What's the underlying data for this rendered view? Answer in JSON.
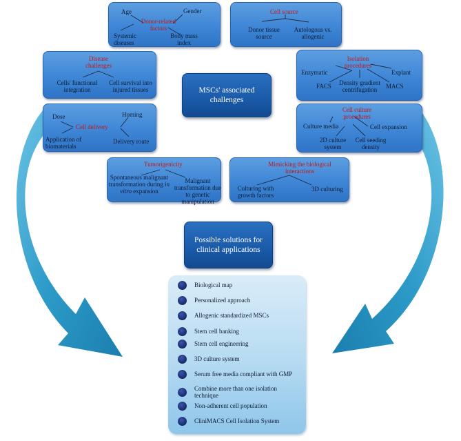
{
  "diagram": {
    "center_label": "MSCs' associated challenges",
    "solutions_label": "Possible solutions for clinical applications",
    "challenges": {
      "donor": {
        "title": "Donor-related factors",
        "items": [
          "Age",
          "Gender",
          "Systemic diseases",
          "Body mass index"
        ]
      },
      "cell_source": {
        "title": "Cell source",
        "items": [
          "Donor tissue source",
          "Autologous vs. allogenic"
        ]
      },
      "disease": {
        "title": "Disease challenges",
        "items": [
          "Cells' functional integration",
          "Cell survival into injured tissues"
        ]
      },
      "isolation": {
        "title": "Isolation procedures",
        "items": [
          "Enzymatic",
          "Explant",
          "FACS",
          "MACS",
          "Density gradient centrifugation"
        ]
      },
      "delivery": {
        "title": "Cell delivery",
        "items": [
          "Dose",
          "Homing",
          "Application of biomaterials",
          "Delivery route"
        ]
      },
      "culture": {
        "title": "Cell culture procedures",
        "items": [
          "Culture media",
          "Cell expansion",
          "2D culture system",
          "Cell seeding density"
        ]
      },
      "tumor": {
        "title": "Tumorigenicity",
        "items": [
          "Spontaneous malignant transformation during in vitro expansion",
          "Malignant transformation due to genetic manipulation"
        ]
      },
      "mimicking": {
        "title": "Mimicking the biological interactions",
        "items": [
          "Culturing with growth factors",
          "3D culturing"
        ]
      }
    },
    "solutions": [
      "Biological map",
      "Personalized approach",
      "Allogenic standardized MSCs",
      "Stem cell banking",
      "Stem cell engineering",
      "3D culture system",
      "Serum free media compliant with GMP",
      "Combine more than one isolation technique",
      "Non-adherent cell population",
      "CliniMACS Cell Isolation System"
    ],
    "colors": {
      "box": "#3f86d6",
      "center": "#1a5aa8",
      "title_red": "#c01818",
      "arrow": "#2d9bc9",
      "panel": "#b9dcf2",
      "bullet": "#1c2f75"
    }
  }
}
